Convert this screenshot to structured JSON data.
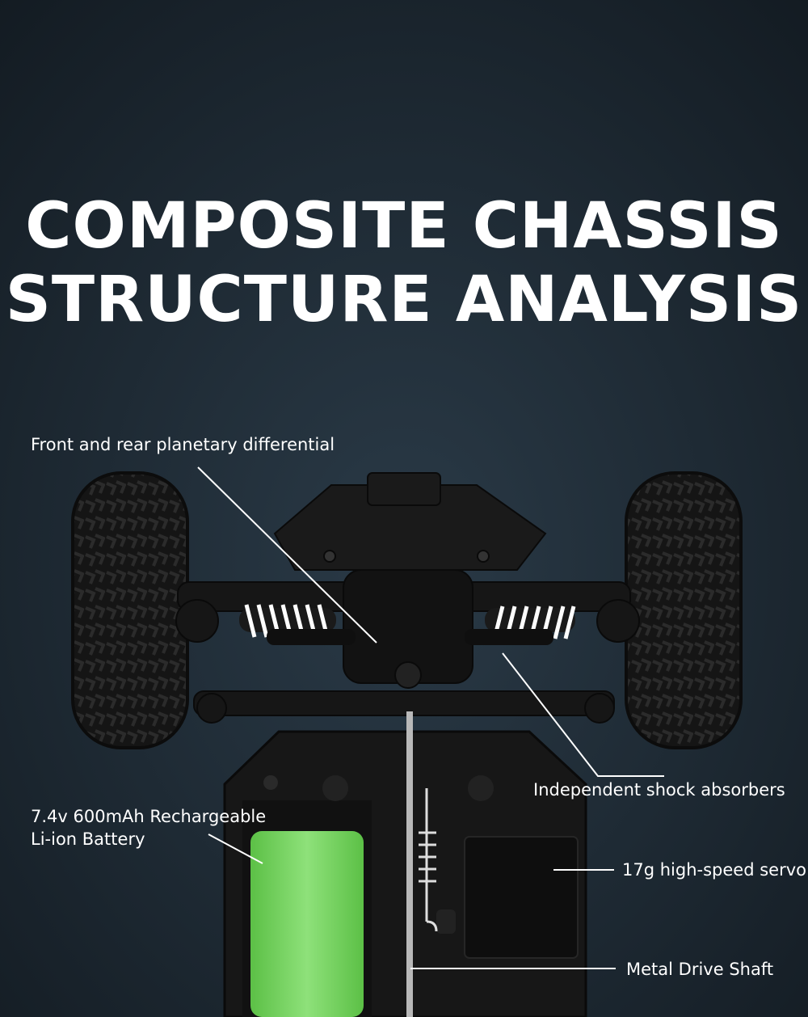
{
  "headline": {
    "line1": "COMPOSITE CHASSIS",
    "line2": "STRUCTURE ANALYSIS"
  },
  "callouts": {
    "differential": "Front and rear planetary differential",
    "shocks": "Independent shock absorbers",
    "battery_line1": "7.4v 600mAh Rechargeable",
    "battery_line2": "Li-ion Battery",
    "servo": "17g high-speed servo",
    "drive_shaft": "Metal Drive Shaft"
  },
  "colors": {
    "background": "#1b2630",
    "battery": "#6fcf5a",
    "springs": "#ffffff",
    "chassis": "#141414"
  }
}
